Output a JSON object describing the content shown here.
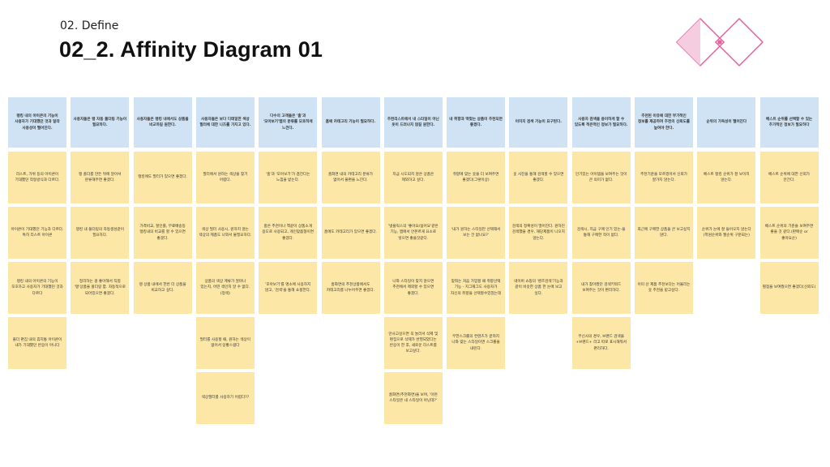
{
  "slide": {
    "section": "02. Define",
    "title": "02_2. Affinity Diagram 01"
  },
  "colors": {
    "header_note": "#cfe3f4",
    "note": "#fde7a6",
    "logo_pink": "#e4609b",
    "logo_light": "#f6cde0"
  },
  "icons": [
    "diamond-logo-icon"
  ],
  "columns": [
    {
      "header": "랭킹 내의 아이콘의 기능이 사용자가 기대했던 것과 달라 사용성이 떨어진다.",
      "notes": [
        "리스트, 가위 등의 아이콘이 기대했던 작동방식과 다르다.",
        "아이콘이 기대했던 기능과 다르다. 특히 리스트 아이콘",
        "랭킹 내의 아이콘의 기능이 모호하고 사용자가 기대했던 것과 다르다",
        "플더 편집 내의 휴지통 아이콘이 내가 기대했던 반응이 아니다"
      ]
    },
    {
      "header": "사용자들은 랭 자동 플더링 기능이 필요하다.",
      "notes": [
        "랭 폴더를 만든 뒤에 알아서 분류해주면 좋겠다.",
        "랭킹 내 플더링의 자동생성같이 필요하다.",
        "정리하는 걸 좋아해서 직접 '랭'상품을 폴더링 함. 자동적으로 되어있으면 좋겠다."
      ]
    },
    {
      "header": "사용자들은 랭킹 내에서도 상품을 비교하길 원한다.",
      "notes": [
        "랭킹에도 필터가 있으면 좋겠다.",
        "가격비교, 할인률, 무료배송등 랭킹내의 비교를 할 수 있으면 좋겠다.",
        "랭 상품 내에서 한번 더 상품을 비교하고 싶다."
      ]
    },
    {
      "header": "사용자들은 보다 디테일한 색상 필터에 대한 니즈를 가지고 있다.",
      "notes": [
        "필터에서 원하는 색상을 찾기 어렵다.",
        "색상 필터 사용시, 원하지 않는 색상의 제품도 나와서 불필요하다.",
        "상품의 색상 계류가 얼마나 있는지, 어떤 색인지 알 수 없다. (정색)",
        "필터를 사용할 때, 원하는 색상이 없어서 당황스럽다",
        "색상필터를 사용하기 어렵다??"
      ]
    },
    {
      "header": "다수의 고객들은 '홈'과 '모아보기'탭의 분류를 모호하게 느낀다.",
      "notes": [
        "'홈'과 '모아보기'가 겹친다는 느낌을 받는다.",
        "홈은 추천이나 책같이 상품소개 용도로 사용되고, 개인맞춤형이면 좋겠다.",
        "'모아보기'를 명소에 사용하지 않고, '검색'을 통해 쇼핑한다."
      ]
    },
    {
      "header": "홈에 카테고리 기능이 필요하다.",
      "notes": [
        "홈화면 내의 카테고리 분류가 없어서 불편을 느낀다.",
        "홈에도 카테고리가 있으면 좋겠다.",
        "홈화면의 추천상품에서도 카테고리를 나누어주면 좋겠다."
      ]
    },
    {
      "header": "추천리스트에서 내 스타일이 아닌 옷이 드러나지 않길 원한다.",
      "notes": [
        "지금 시도되지 않은 상품은 제외하고 싶다.",
        "'넷플릭스의 '좋아요/싫어요'같은 기능, 앱에서 안본르게 요소로 넣으면 좋을것같다.",
        "나와 스타일이 맞지 않으면 추천에서 제외할 수 있으면 좋겠다.",
        "안사고싶으면 꼭 눌러서 삭제 및 편집으로 삭제가 반영되었다는 반응이 한 후, 새로운 리스트를 보고싶다.",
        "홈화면(추천화면)을 보며, '이런 스타일은 내 스타일이 아닌데?'"
      ]
    },
    {
      "header": "내 취향과 딱맞는 상품이 추천되면 좋겠다.",
      "notes": [
        "취향에 맞는 옷을 더 보여주면 좋겠다(그렇이상)",
        "'내가 원하는 스타일만 선택해서 보는 건 없나요?'",
        "맞춰는 처음 가입할 때 취향선택 기능 - 지그재그도 사용자가 자신의 취향을 선택할수있었는데",
        "무한스크롤의 컨텐츠가 끝까지 나와 맞는 스타일이면 스크롤을 내린다."
      ]
    },
    {
      "header": "이미지 검색 기능이 요구된다.",
      "notes": [
        "옷 사진을 통해 검색할 수 있으면 좋겠다.",
        "검색의 정확성이 떨어진다. 원하던 검색했을 경우, 해당제품이 나오지 않는다.",
        "네이버 쇼핑의 '렌즈검색'기능과 같이 비슷한 상품 한 눈에 보고 싶다."
      ]
    },
    {
      "header": "사용자 검색을 용이하게 할 수 있도록 적은적인 정보가 필요하다.",
      "notes": [
        "인기있는 아이템을 보여주는 것이 큰 의미가 없다.",
        "검색시, 지금 구매 인기 있는-을 통해 구매한 적이 없다.",
        "내가 찾아봤던 검색키워드 보여주는 것이 편리하다.",
        "무신사의 경우, 브랜드 검색을 +브랜드+ 라고 따로 표시해줘서 편리하다."
      ]
    },
    {
      "header": "추천된 이유에 대한 부가적인 정보를 제공하여 추천의 신뢰도를 높여야 한다.",
      "notes": [
        "추천기준을 모르겠어서 신뢰가 잘가지 않는다.",
        "최근에 구매한 상품을 큰 보고싶지 않다.",
        "이미 산 제품 추천보다는 어울리는 옷 추천을 받고싶다."
      ]
    },
    {
      "header": "순위의 가독성이 떨어진다",
      "notes": [
        "베스트 랭킹 순위가 잘 보이지 않는다.",
        "순위가 눈에 잘 들어오지 않는다 (학원순위와 월순위 구분되는)"
      ]
    },
    {
      "header": "베스트 순위를 선택할 수 있는 추가적인 정보가 필요하다",
      "notes": [
        "베스트 순위에 대한 신뢰가 안간다.",
        "베스트 순위의 기준을 보여주면 좋을 것 같다.(판매순 or 좋아요순)",
        "별점을 보여줬으면 좋겠다(신뢰도)"
      ]
    }
  ]
}
